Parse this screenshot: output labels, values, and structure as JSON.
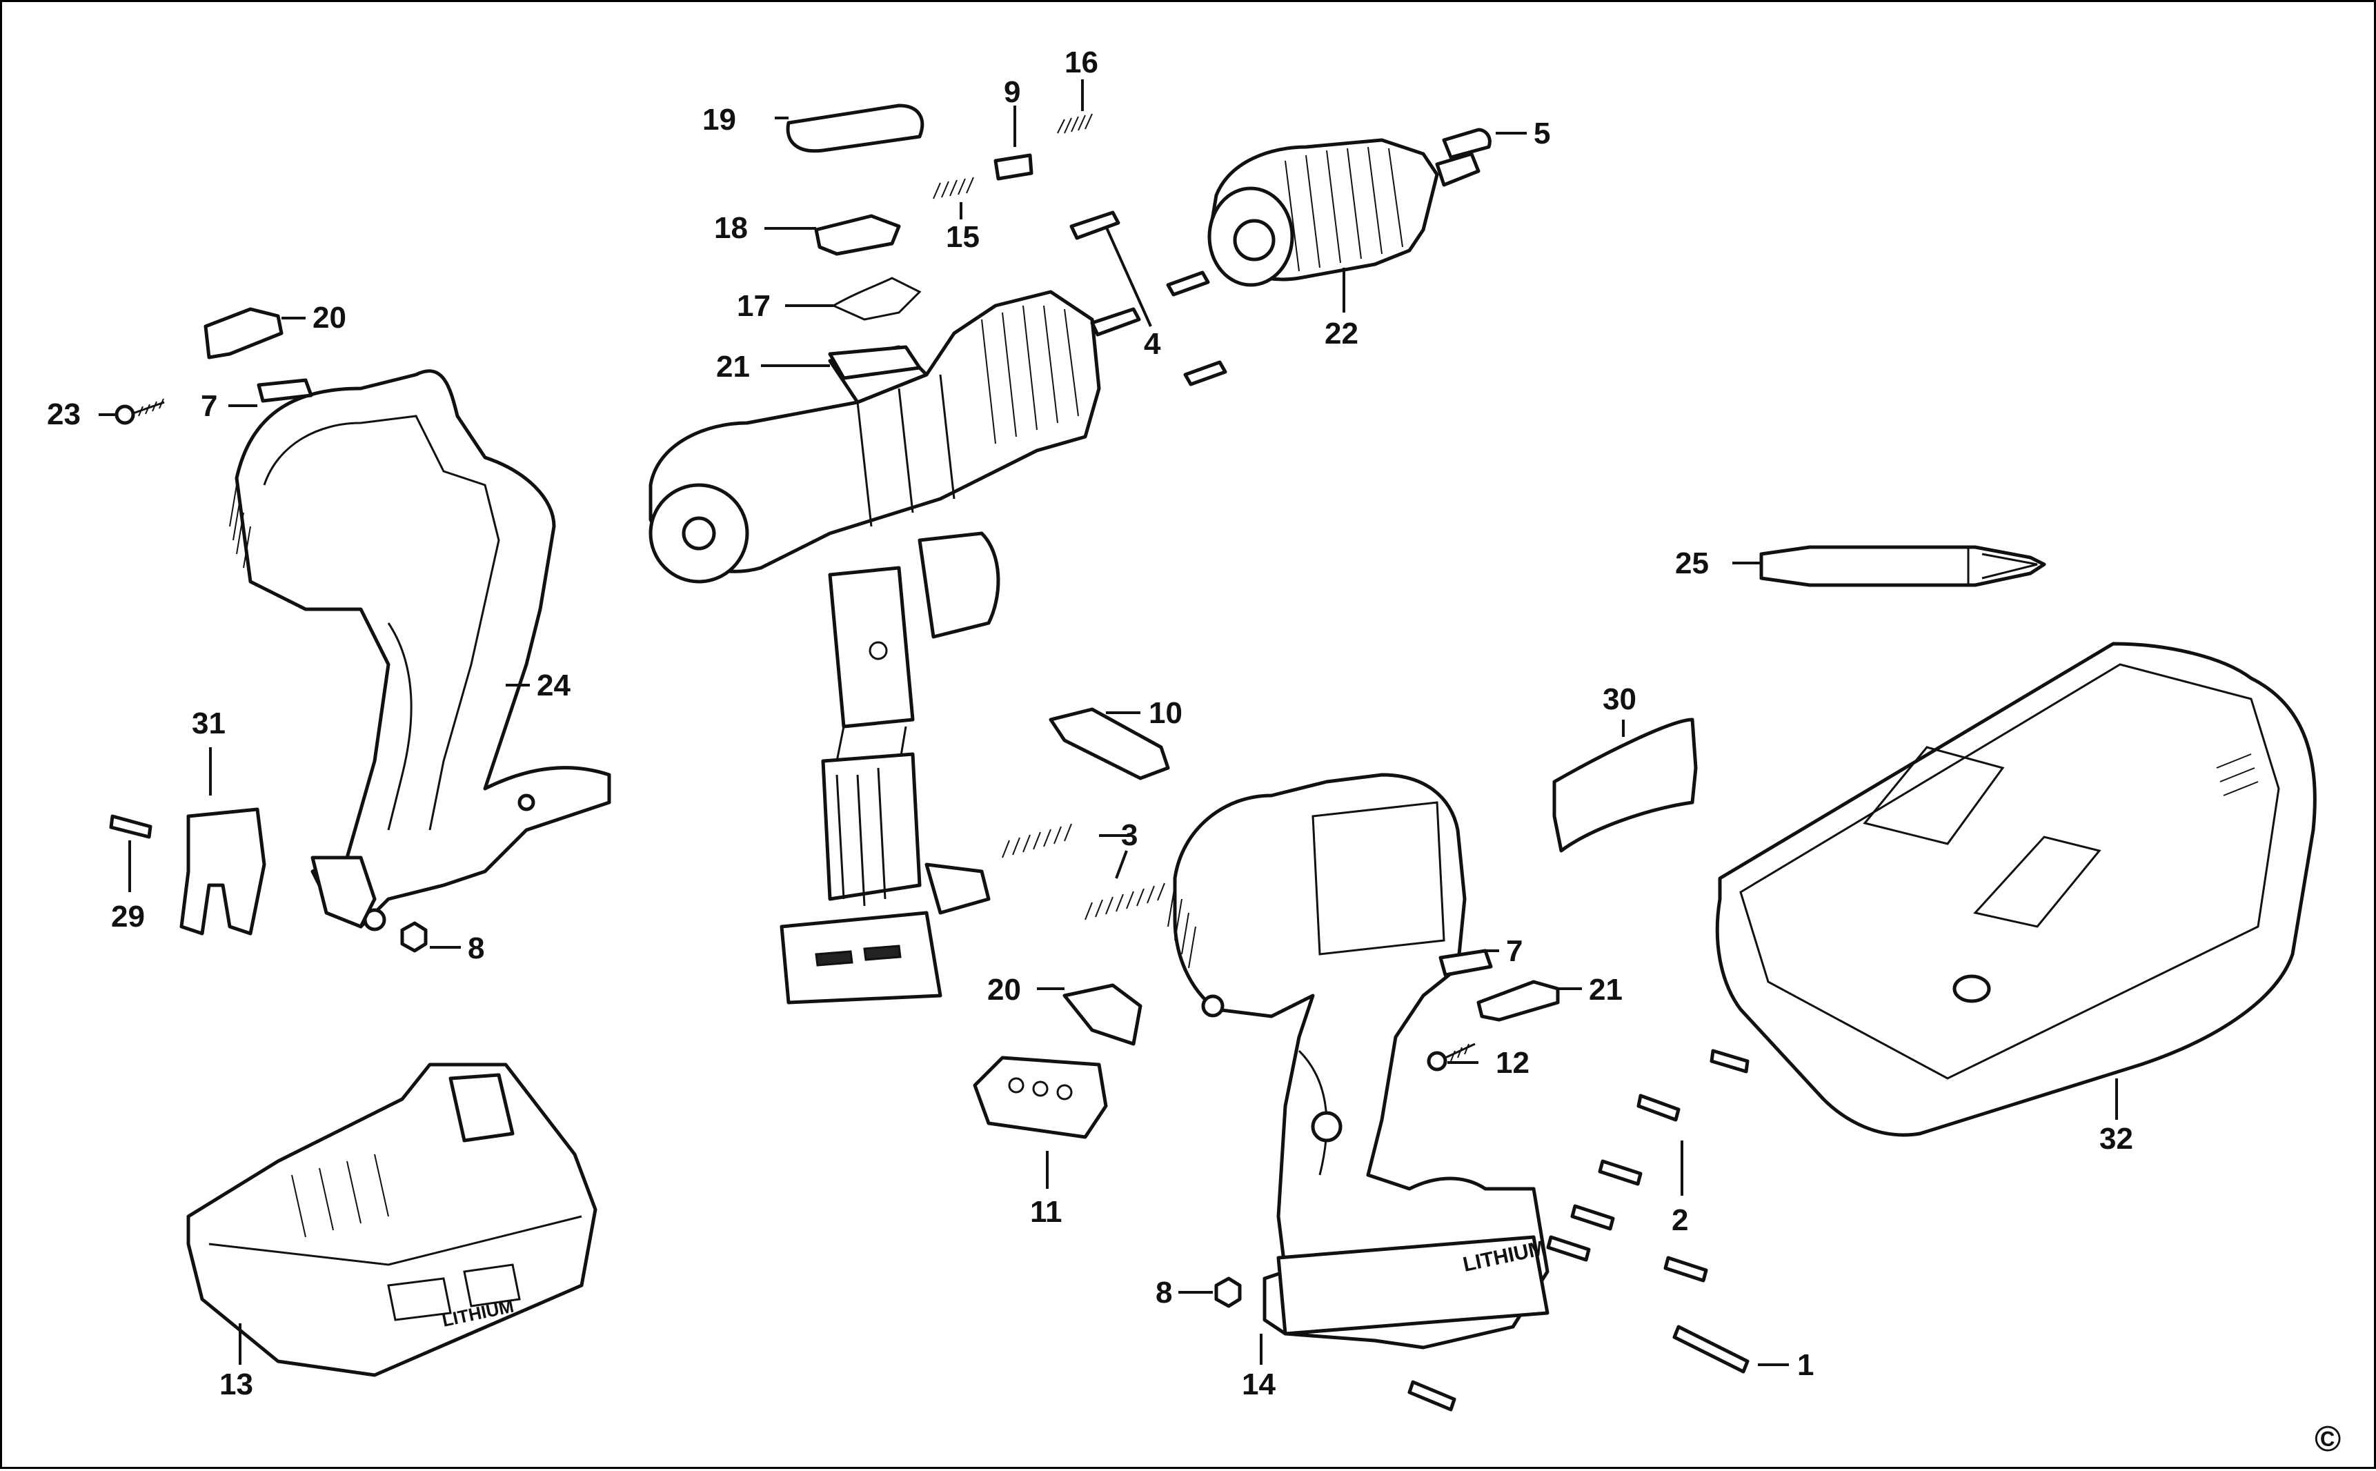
{
  "diagram": {
    "labels": [
      "1",
      "2",
      "3",
      "4",
      "5",
      "7",
      "7",
      "8",
      "8",
      "9",
      "10",
      "11",
      "12",
      "13",
      "14",
      "15",
      "16",
      "17",
      "18",
      "19",
      "20",
      "20",
      "21",
      "21",
      "22",
      "23",
      "24",
      "25",
      "29",
      "30",
      "31",
      "32"
    ],
    "copyright_symbol": "©",
    "battery_logo": "LITHIUM",
    "handle_logo": "LITHIUM"
  }
}
